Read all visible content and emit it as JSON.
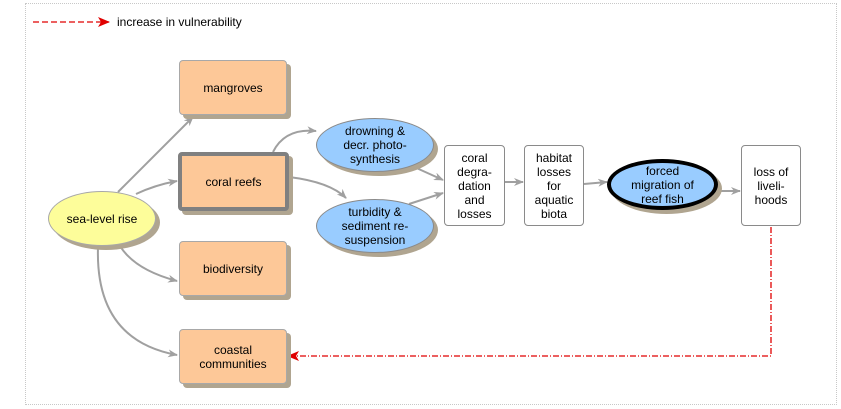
{
  "legend": {
    "label": "increase in vulnerability",
    "line_color": "#e00000"
  },
  "nodes": {
    "sea_level_rise": "sea-level rise",
    "mangroves": "mangroves",
    "coral_reefs": "coral reefs",
    "biodiversity": "biodiversity",
    "coastal_communities": "coastal\ncommunities",
    "drowning": "drowning &\ndecr. photo-\nsynthesis",
    "turbidity": "turbidity &\nsediment re-\nsuspension",
    "coral_degradation": "coral\ndegra-\ndation\nand\nlosses",
    "habitat_losses": "habitat\nlosses\nfor\naquatic\nbiota",
    "forced_migration": "forced\nmigration of\nreef fish",
    "loss_of_livelihoods": "loss of\nliveli-\nhoods"
  },
  "edges": [
    {
      "from": "sea-level rise",
      "to": "mangroves",
      "style": "solid"
    },
    {
      "from": "sea-level rise",
      "to": "coral reefs",
      "style": "solid"
    },
    {
      "from": "sea-level rise",
      "to": "biodiversity",
      "style": "solid"
    },
    {
      "from": "sea-level rise",
      "to": "coastal communities",
      "style": "solid"
    },
    {
      "from": "coral reefs",
      "to": "drowning & decr. photosynthesis",
      "style": "solid"
    },
    {
      "from": "coral reefs",
      "to": "turbidity & sediment resuspension",
      "style": "solid"
    },
    {
      "from": "drowning & decr. photosynthesis",
      "to": "coral degradation and losses",
      "style": "solid"
    },
    {
      "from": "turbidity & sediment resuspension",
      "to": "coral degradation and losses",
      "style": "solid"
    },
    {
      "from": "coral degradation and losses",
      "to": "habitat losses for aquatic biota",
      "style": "solid"
    },
    {
      "from": "habitat losses for aquatic biota",
      "to": "forced migration of reef fish",
      "style": "solid"
    },
    {
      "from": "forced migration of reef fish",
      "to": "loss of livelihoods",
      "style": "solid"
    },
    {
      "from": "loss of livelihoods",
      "to": "coastal communities",
      "style": "dashed-red"
    }
  ],
  "colors": {
    "edge": "#a0a0a0",
    "vulnerability": "#e00000",
    "impact_box": "#fdc898",
    "driver": "#fdfd9a",
    "process": "#99ccff"
  }
}
